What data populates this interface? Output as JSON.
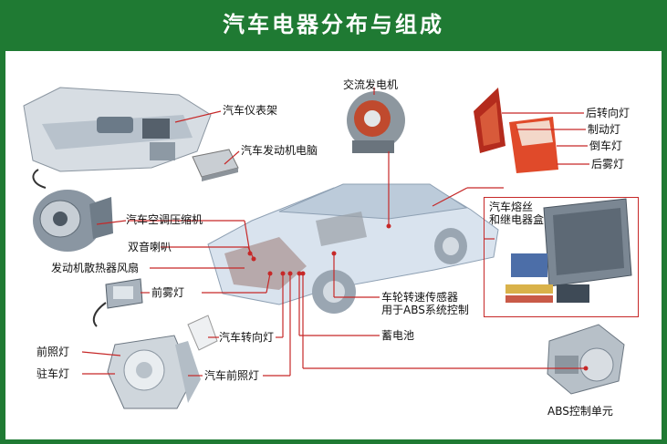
{
  "title": "汽车电器分布与组成",
  "colors": {
    "frame": "#1f7a33",
    "leader": "#c62828",
    "panel": "#ffffff"
  },
  "labels": {
    "dashboard": "汽车仪表架",
    "ecu": "汽车发动机电脑",
    "ac_compressor": "汽车空调压缩机",
    "horn": "双音喇叭",
    "fan": "发动机散热器风扇",
    "fog_front": "前雾灯",
    "headlight_left": "前照灯",
    "parking": "驻车灯",
    "turn_signal": "汽车转向灯",
    "headlight_assembly": "汽车前照灯",
    "alternator": "交流发电机",
    "rear_turn": "后转向灯",
    "brake": "制动灯",
    "reverse": "倒车灯",
    "rear_fog": "后雾灯",
    "fuse_box_line1": "汽车熔丝",
    "fuse_box_line2": "和继电器盒",
    "wheel_sensor_line1": "车轮转速传感器",
    "wheel_sensor_line2": "用于ABS系统控制",
    "battery": "蓄电池",
    "abs_unit": "ABS控制单元"
  }
}
